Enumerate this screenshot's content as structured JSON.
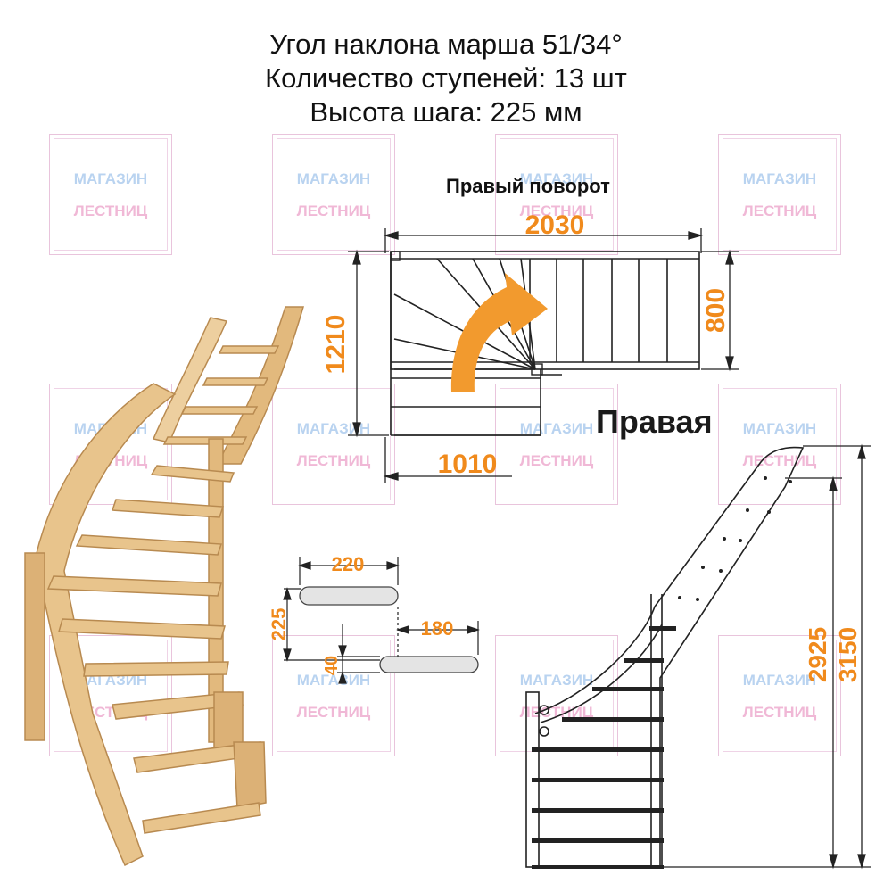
{
  "header": {
    "line1": "Угол наклона марша 51/34°",
    "line2": "Количество ступеней: 13 шт",
    "line3": "Высота шага: 225 мм"
  },
  "watermark": {
    "line1": "МАГАЗИН",
    "line2": "ЛЕСТНИЦ"
  },
  "plan": {
    "title": "Правый поворот",
    "direction_label": "Правая",
    "dim_total_length": "2030",
    "dim_depth": "1210",
    "dim_flight_width": "800",
    "dim_lower_width": "1010"
  },
  "step_detail": {
    "tread_depth": "220",
    "step_height": "225",
    "tread_thickness": "40",
    "going": "180"
  },
  "elevation": {
    "height_inner": "2925",
    "height_total": "3150"
  },
  "colors": {
    "dimension_text": "#f08a1c",
    "arrow": "#f29a2e",
    "wood": "#e8c48c",
    "line": "#222222"
  }
}
